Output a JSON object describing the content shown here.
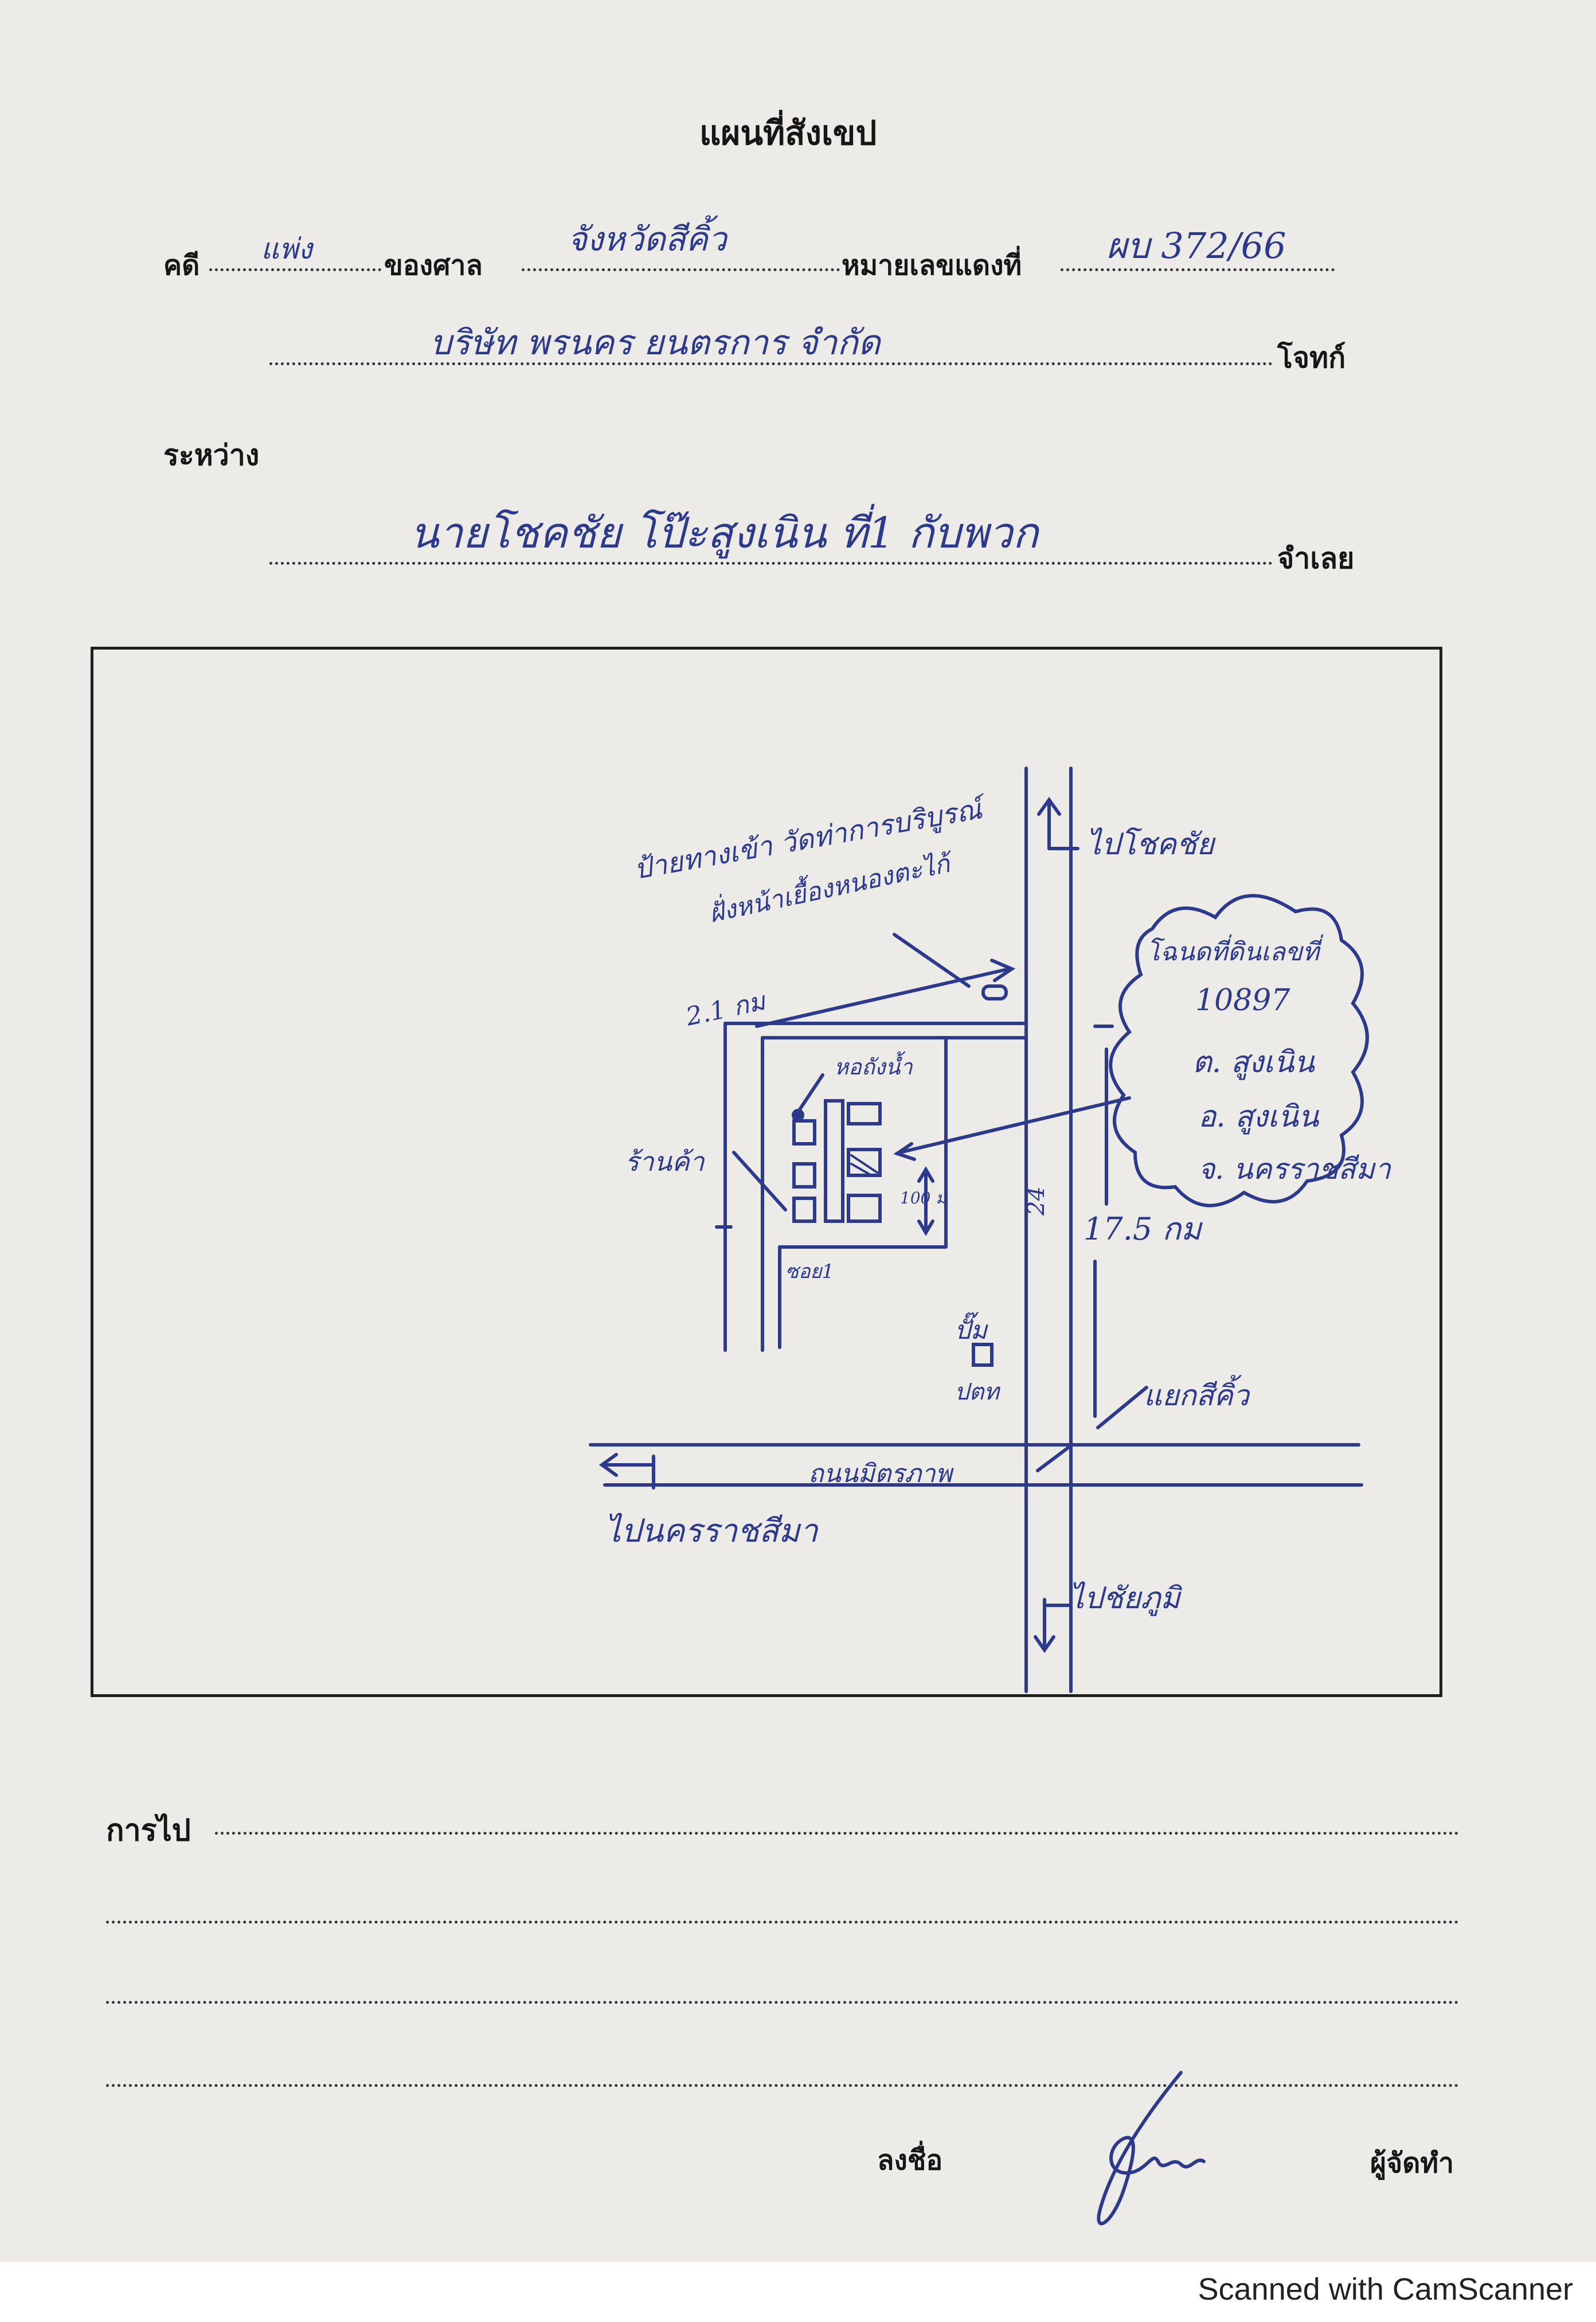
{
  "form": {
    "title": "แผนที่สังเขป",
    "case_label": "คดี",
    "case_value": "แพ่ง",
    "court_label": "ของศาล",
    "court_value": "จังหวัดสีคิ้ว",
    "case_no_label": "หมายเลขแดงที่",
    "case_no_value": "ผบ 372/66",
    "plaintiff_value": "บริษัท พรนคร ยนตรการ จำกัด",
    "plaintiff_label": "โจทก์",
    "between_label": "ระหว่าง",
    "defendant_value": "นายโชคชัย โป๊ะสูงเนิน ที่1 กับพวก",
    "defendant_label": "จำเลย",
    "directions_label": "การไป",
    "sign_label": "ลงชื่อ",
    "preparer_label": "ผู้จัดทำ"
  },
  "map": {
    "to_north": "ไปโชคชัย",
    "to_west": "ไปนครราชสีมา",
    "to_south": "ไปชัยภูมิ",
    "road_name": "ถนนมิตรภาพ",
    "junction": "แยกสีคิ้ว",
    "sign_note_line1": "ป้ายทางเข้า วัดท่าการบริบูรณ์",
    "sign_note_line2": "ฝั่งหน้าเยื้องหนองตะไก้",
    "distance_small": "2.1 กม",
    "water_tower": "หอถังน้ำ",
    "shop": "ร้านค้า",
    "distance_100m": "100 ม",
    "soi": "ซอย1",
    "route": "24",
    "distance_large": "17.5 กม",
    "gas_station_line1": "ปั๊ม",
    "gas_station_line2": "ปตท",
    "cloud_line1": "โฉนดที่ดินเลขที่",
    "cloud_line2": "10897",
    "cloud_line3": "ต. สูงเนิน",
    "cloud_line4": "อ. สูงเนิน",
    "cloud_line5": "จ. นครราชสีมา"
  },
  "footer": {
    "scanner_note": "Scanned with CamScanner"
  }
}
